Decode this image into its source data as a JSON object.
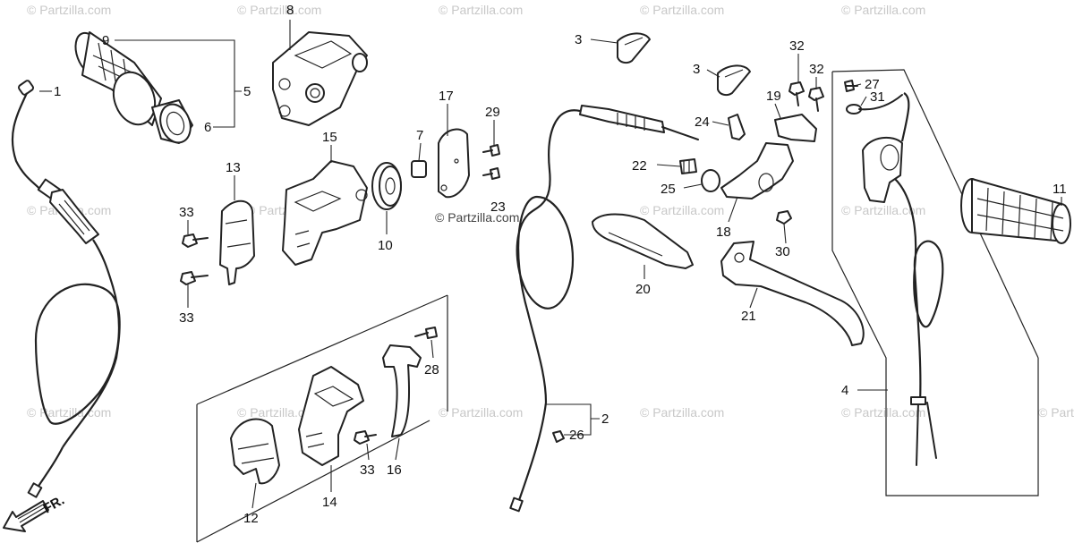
{
  "diagram": {
    "watermarks": [
      "© Partzilla.com",
      "Partzilla.com",
      "© Partzilla.com"
    ],
    "direction_label": "FR.",
    "callouts": [
      "1",
      "2",
      "3",
      "3",
      "4",
      "5",
      "6",
      "7",
      "8",
      "9",
      "10",
      "11",
      "12",
      "13",
      "14",
      "15",
      "16",
      "17",
      "18",
      "19",
      "20",
      "21",
      "22",
      "23",
      "24",
      "25",
      "26",
      "27",
      "28",
      "29",
      "30",
      "31",
      "32",
      "32",
      "33",
      "33",
      "33"
    ]
  }
}
